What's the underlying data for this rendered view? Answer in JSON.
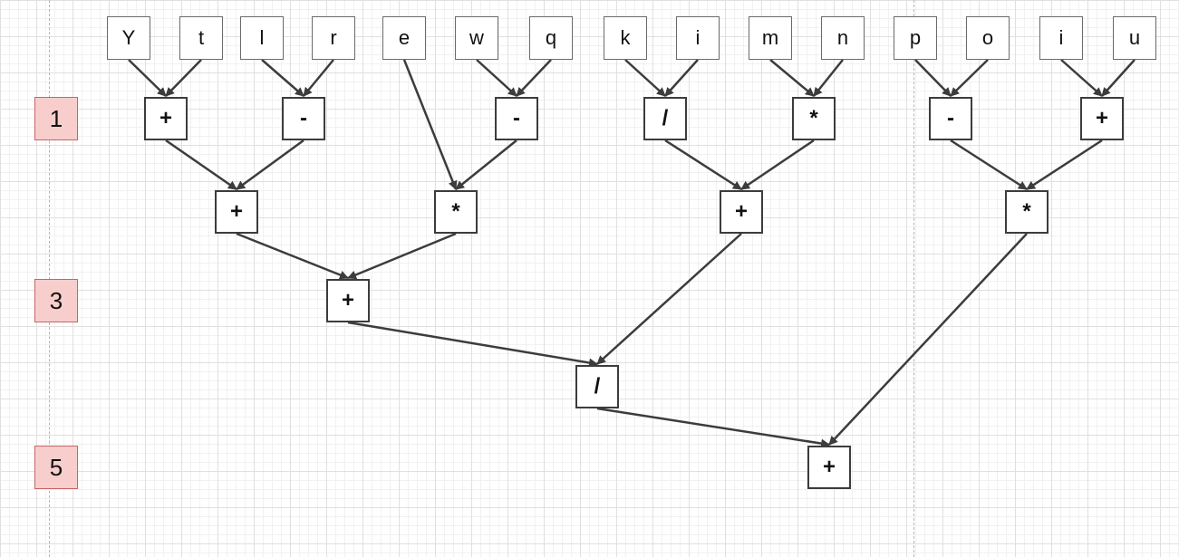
{
  "diagram": {
    "level_labels": [
      "1",
      "3",
      "5"
    ],
    "leaves": [
      "Y",
      "t",
      "l",
      "r",
      "e",
      "w",
      "q",
      "k",
      "i",
      "m",
      "n",
      "p",
      "o",
      "i",
      "u"
    ],
    "operators": {
      "row1": [
        "+",
        "-",
        "-",
        "/",
        "*",
        "-",
        "+"
      ],
      "row2": [
        "+",
        "*",
        "+",
        "*"
      ],
      "row3": [
        "+"
      ],
      "row4": [
        "/"
      ],
      "row5": [
        "+"
      ]
    },
    "edges": [
      [
        "leaf-0",
        "op-1-0"
      ],
      [
        "leaf-1",
        "op-1-0"
      ],
      [
        "leaf-2",
        "op-1-1"
      ],
      [
        "leaf-3",
        "op-1-1"
      ],
      [
        "leaf-4",
        "op-2-1"
      ],
      [
        "leaf-5",
        "op-1-2"
      ],
      [
        "leaf-6",
        "op-1-2"
      ],
      [
        "leaf-7",
        "op-1-3"
      ],
      [
        "leaf-8",
        "op-1-3"
      ],
      [
        "leaf-9",
        "op-1-4"
      ],
      [
        "leaf-10",
        "op-1-4"
      ],
      [
        "leaf-11",
        "op-1-5"
      ],
      [
        "leaf-12",
        "op-1-5"
      ],
      [
        "leaf-13",
        "op-1-6"
      ],
      [
        "leaf-14",
        "op-1-6"
      ],
      [
        "op-1-0",
        "op-2-0"
      ],
      [
        "op-1-1",
        "op-2-0"
      ],
      [
        "op-1-2",
        "op-2-1"
      ],
      [
        "op-1-3",
        "op-2-2"
      ],
      [
        "op-1-4",
        "op-2-2"
      ],
      [
        "op-1-5",
        "op-2-3"
      ],
      [
        "op-1-6",
        "op-2-3"
      ],
      [
        "op-2-0",
        "op-3-0"
      ],
      [
        "op-2-1",
        "op-3-0"
      ],
      [
        "op-3-0",
        "op-4-0"
      ],
      [
        "op-2-2",
        "op-4-0"
      ],
      [
        "op-4-0",
        "op-5-0"
      ],
      [
        "op-2-3",
        "op-5-0"
      ]
    ],
    "colors": {
      "level_fill": "#f8cecc",
      "level_border": "#c86464",
      "edge": "#3c3c3c"
    }
  }
}
